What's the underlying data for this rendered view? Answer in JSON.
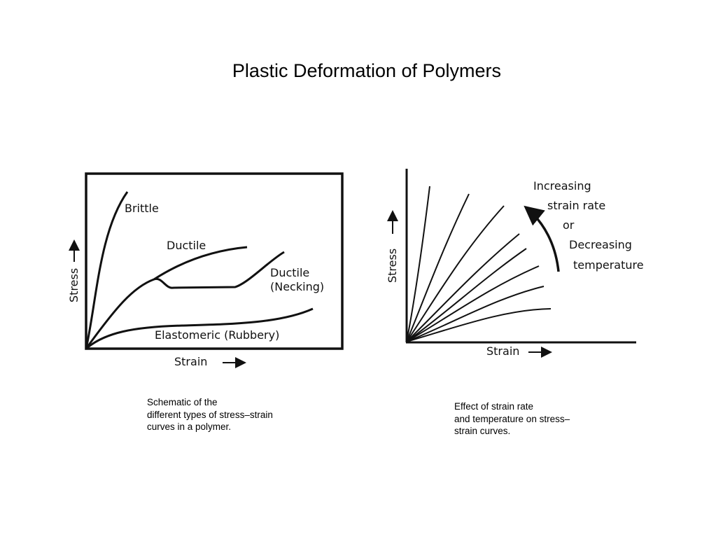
{
  "slide": {
    "title": "Plastic Deformation of Polymers"
  },
  "figure_left": {
    "axis_x_label": "Strain",
    "axis_y_label": "Stress",
    "curves": {
      "brittle": "Brittle",
      "ductile": "Ductile",
      "ductile_necking_line1": "Ductile",
      "ductile_necking_line2": "(Necking)",
      "elastomeric": "Elastomeric (Rubbery)"
    },
    "caption_lines": [
      "Schematic of the",
      "different types of stress–strain",
      "curves in a polymer."
    ]
  },
  "figure_right": {
    "axis_x_label": "Strain",
    "axis_y_label": "Stress",
    "annotation_lines": [
      "Increasing",
      "strain rate",
      "or",
      "Decreasing",
      "temperature"
    ],
    "caption_lines": [
      "Effect of strain rate",
      "and temperature on stress–",
      "strain curves."
    ]
  }
}
